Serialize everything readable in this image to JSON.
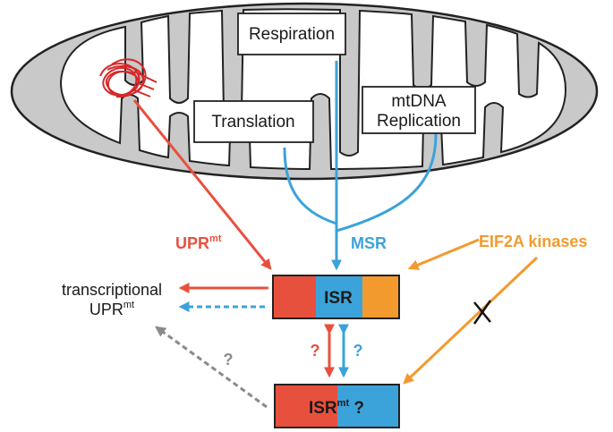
{
  "boxes": {
    "respiration": "Respiration",
    "translation": "Translation",
    "mtdna_line1": "mtDNA",
    "mtdna_line2": "Replication"
  },
  "pathways": {
    "upr_main": "UPR",
    "upr_sup": "mt",
    "msr": "MSR",
    "eif2a": "EIF2A kinases"
  },
  "outputs": {
    "transcriptional_line1": "transcriptional",
    "transcriptional_line2_main": "UPR",
    "transcriptional_line2_sup": "mt"
  },
  "bars": {
    "isr": "ISR",
    "isrmt_main": "ISR",
    "isrmt_sup": "mt",
    "isrmt_suffix": " ?"
  },
  "question_marks": {
    "red": "?",
    "blue": "?",
    "gray": "?"
  },
  "colors": {
    "red": "#e8503e",
    "blue": "#3ba3d9",
    "orange": "#f39a2e",
    "gray": "#8a8a8a",
    "membrane": "#c9c9c9"
  }
}
